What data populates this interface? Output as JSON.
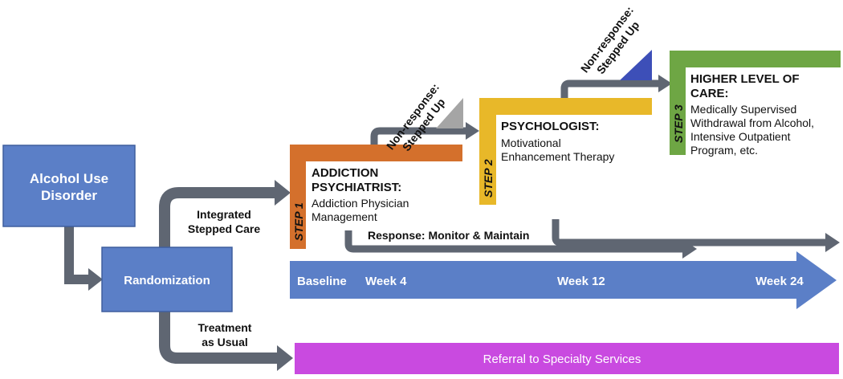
{
  "start_box": {
    "line1": "Alcohol Use",
    "line2": "Disorder"
  },
  "randomization": {
    "label": "Randomization"
  },
  "integrated_label": {
    "line1": "Integrated",
    "line2": "Stepped Care"
  },
  "usual_label": {
    "line1": "Treatment",
    "line2": "as Usual"
  },
  "step1": {
    "step_label": "STEP 1",
    "role_line1": "ADDICTION",
    "role_line2": "PSYCHIATRIST:",
    "desc_line1": "Addiction Physician",
    "desc_line2": "Management"
  },
  "step2": {
    "step_label": "STEP 2",
    "role": "PSYCHOLOGIST:",
    "desc_line1": "Motivational",
    "desc_line2": "Enhancement Therapy"
  },
  "step3": {
    "step_label": "STEP 3",
    "role_line1": "HIGHER LEVEL OF",
    "role_line2": "CARE:",
    "desc_line1": "Medically Supervised",
    "desc_line2": "Withdrawal from Alcohol,",
    "desc_line3": "Intensive Outpatient",
    "desc_line4": "Program, etc."
  },
  "nonresponse": {
    "line1": "Non-response:",
    "line2": "Stepped Up"
  },
  "response": {
    "label": "Response: Monitor & Maintain"
  },
  "timeline": {
    "baseline": "Baseline",
    "week4": "Week 4",
    "week12": "Week 12",
    "week24": "Week 24"
  },
  "referral": {
    "label": "Referral to Specialty Services"
  },
  "colors": {
    "blue": "#5b7fc7",
    "orange": "#d4702c",
    "yellow": "#e8b829",
    "green": "#6ea644",
    "magenta": "#c94ae0",
    "arrow_gray": "#5f6672"
  }
}
